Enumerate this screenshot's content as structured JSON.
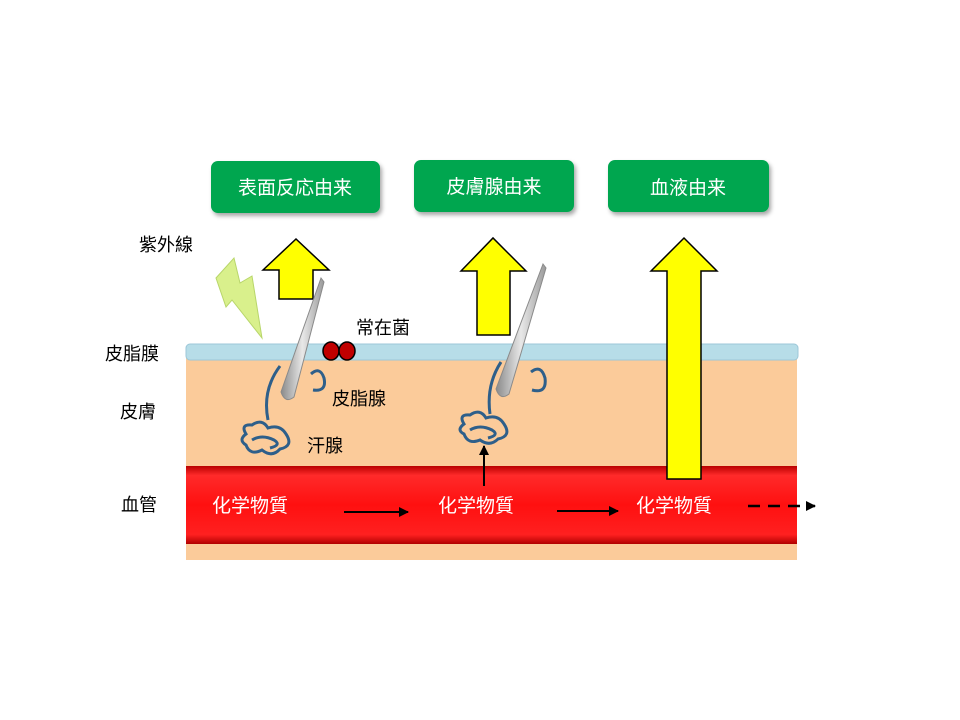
{
  "sources": [
    {
      "label": "表面反応由来"
    },
    {
      "label": "皮膚腺由来"
    },
    {
      "label": "血液由来"
    }
  ],
  "labels": {
    "uv": "紫外線",
    "sebum_film": "皮脂膜",
    "skin": "皮膚",
    "blood_vessel": "血管",
    "resident_bacteria": "常在菌",
    "sebaceous_gland": "皮脂腺",
    "sweat_gland": "汗腺"
  },
  "chemicals": [
    "化学物質",
    "化学物質",
    "化学物質"
  ],
  "colors": {
    "source_box": "#00a650",
    "arrow_fill": "#ffff00",
    "skin": "#fbcb9a",
    "sebum_film": "#b7dde8",
    "blood": "#e8000b",
    "gland": "#2e5f8a",
    "hair": "#bdbdbd",
    "bacteria": "#c00000",
    "lightning": "#d9f08c"
  },
  "icons": [
    "lightning-icon",
    "hair-icon",
    "sweat-gland-icon",
    "bacteria-icon"
  ]
}
